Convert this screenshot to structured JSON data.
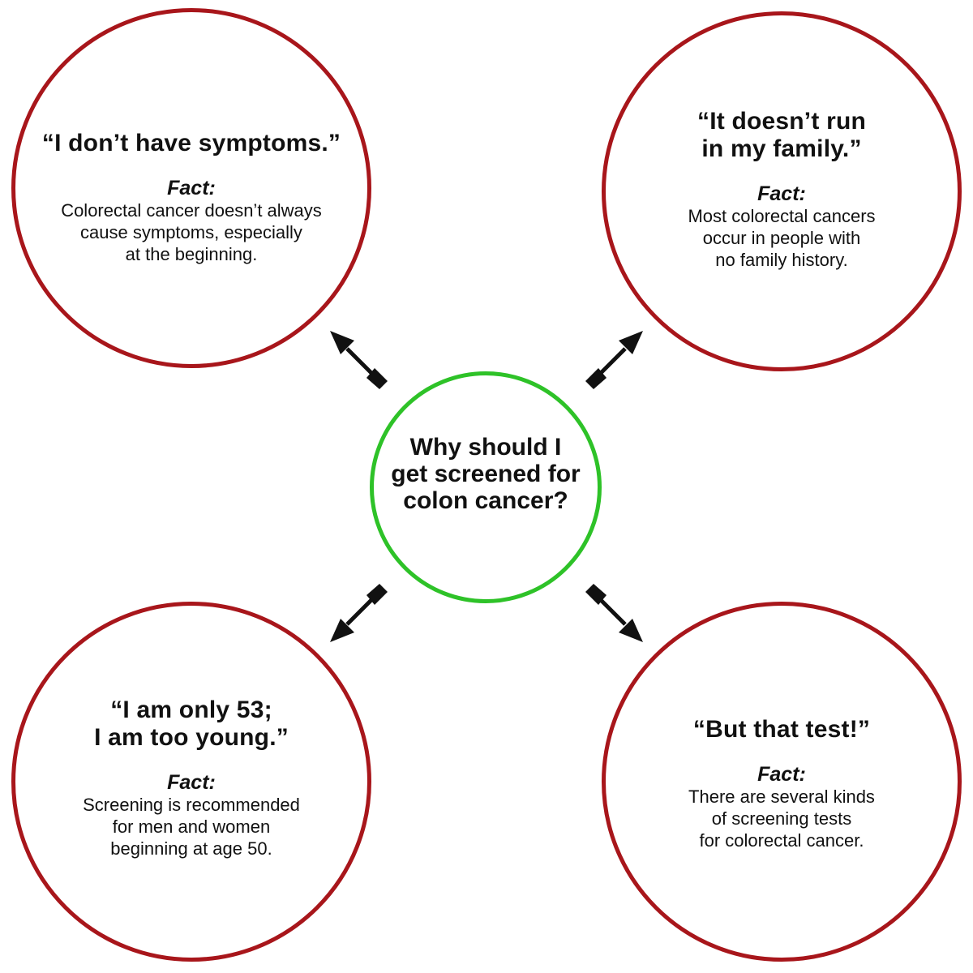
{
  "center": {
    "question": "Why should I\nget screened for\ncolon cancer?"
  },
  "myths": [
    {
      "id": "top-left",
      "quote": "“I don’t have symptoms.”",
      "fact_label": "Fact:",
      "fact": "Colorectal cancer doesn’t always\ncause symptoms, especially\nat the beginning."
    },
    {
      "id": "top-right",
      "quote": "“It doesn’t run\nin my family.”",
      "fact_label": "Fact:",
      "fact": "Most colorectal cancers\noccur in people with\nno family history."
    },
    {
      "id": "bottom-left",
      "quote": "“I am only 53;\nI am too young.”",
      "fact_label": "Fact:",
      "fact": "Screening is recommended\nfor men and women\nbeginning at age 50."
    },
    {
      "id": "bottom-right",
      "quote": "“But that test!”",
      "fact_label": "Fact:",
      "fact": "There are several kinds\nof screening tests\nfor colorectal cancer."
    }
  ],
  "colors": {
    "myth_border": "#a8161b",
    "center_border": "#2ec228",
    "arrow": "#111111"
  }
}
